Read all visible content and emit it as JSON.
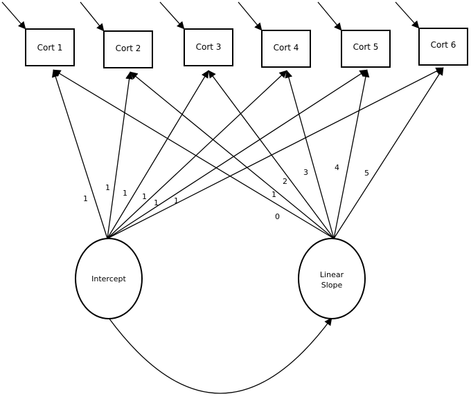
{
  "indicators": [
    "Cort 1",
    "Cort 2",
    "Cort 3",
    "Cort 4",
    "Cort 5",
    "Cort 6"
  ],
  "intercept": {
    "label": "Intercept",
    "loadings": [
      "1",
      "1",
      "1",
      "1",
      "1",
      "1"
    ]
  },
  "slope": {
    "label_line1": "Linear",
    "label_line2": "Slope",
    "loadings": [
      "0",
      "1",
      "2",
      "3",
      "4",
      "5"
    ]
  }
}
